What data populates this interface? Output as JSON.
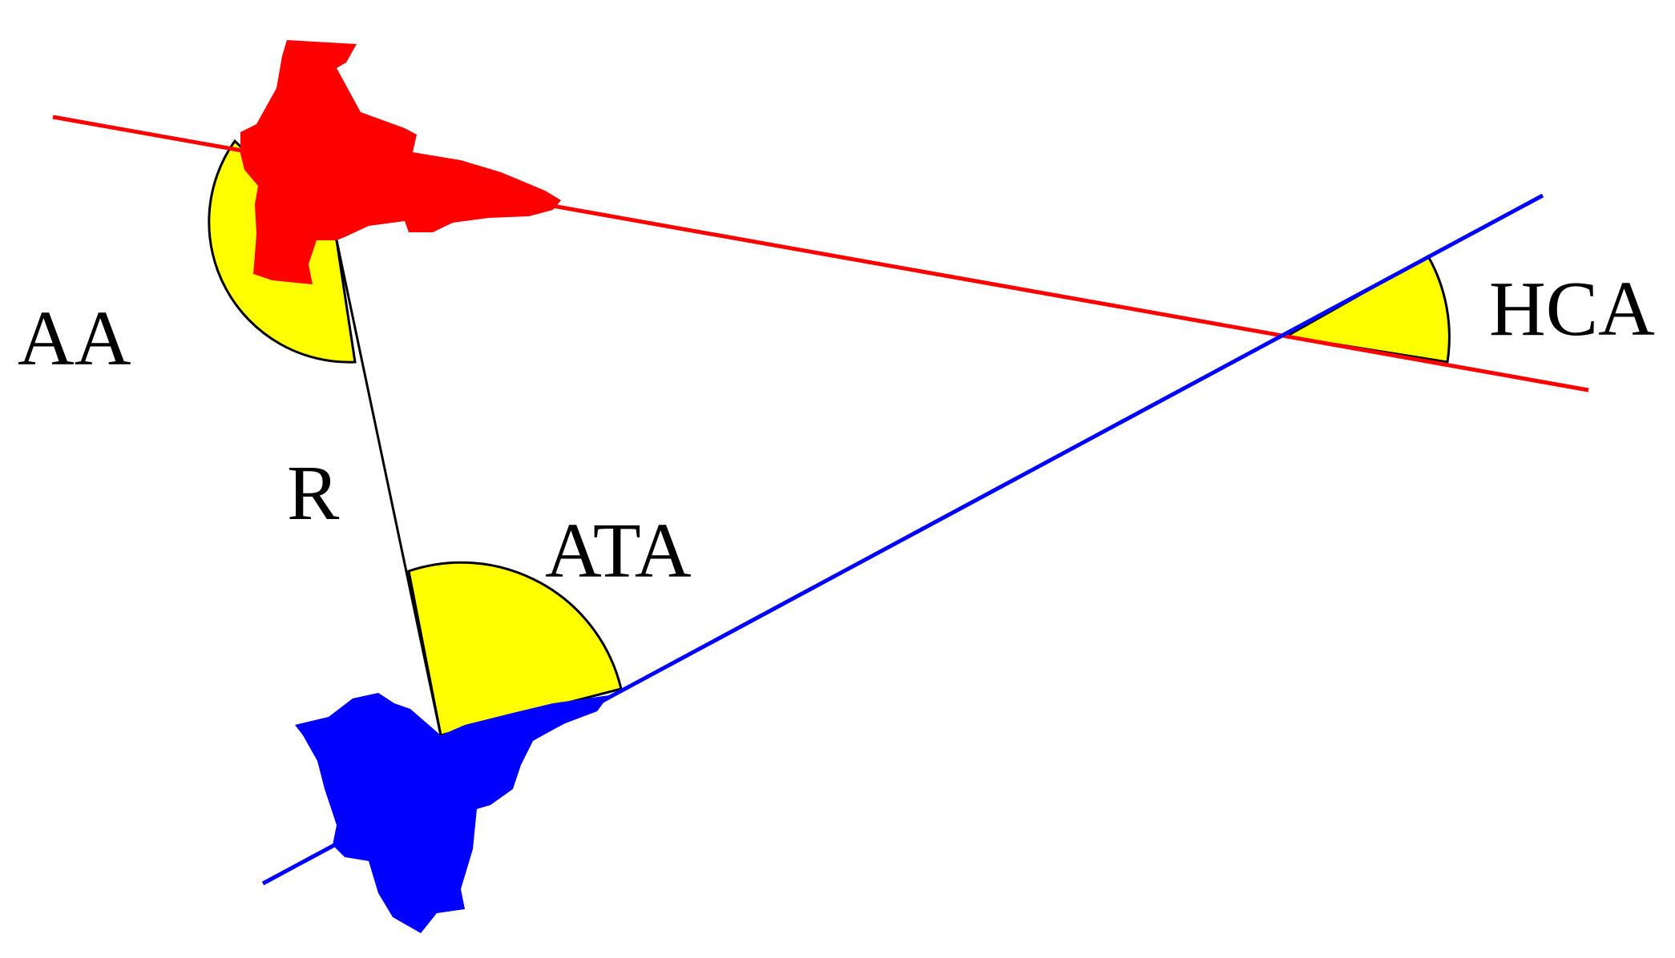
{
  "labels": {
    "aa": "AA",
    "r": "R",
    "ata": "ATA",
    "hca": "HCA"
  },
  "colors": {
    "red_aircraft": "#ff0000",
    "blue_aircraft": "#0000ff",
    "angle_fill": "#ffff00",
    "range_line": "#000000",
    "background": "#ffffff"
  },
  "icons": {
    "red_aircraft": "red-fighter-jet-silhouette",
    "blue_aircraft": "blue-fighter-jet-silhouette"
  }
}
